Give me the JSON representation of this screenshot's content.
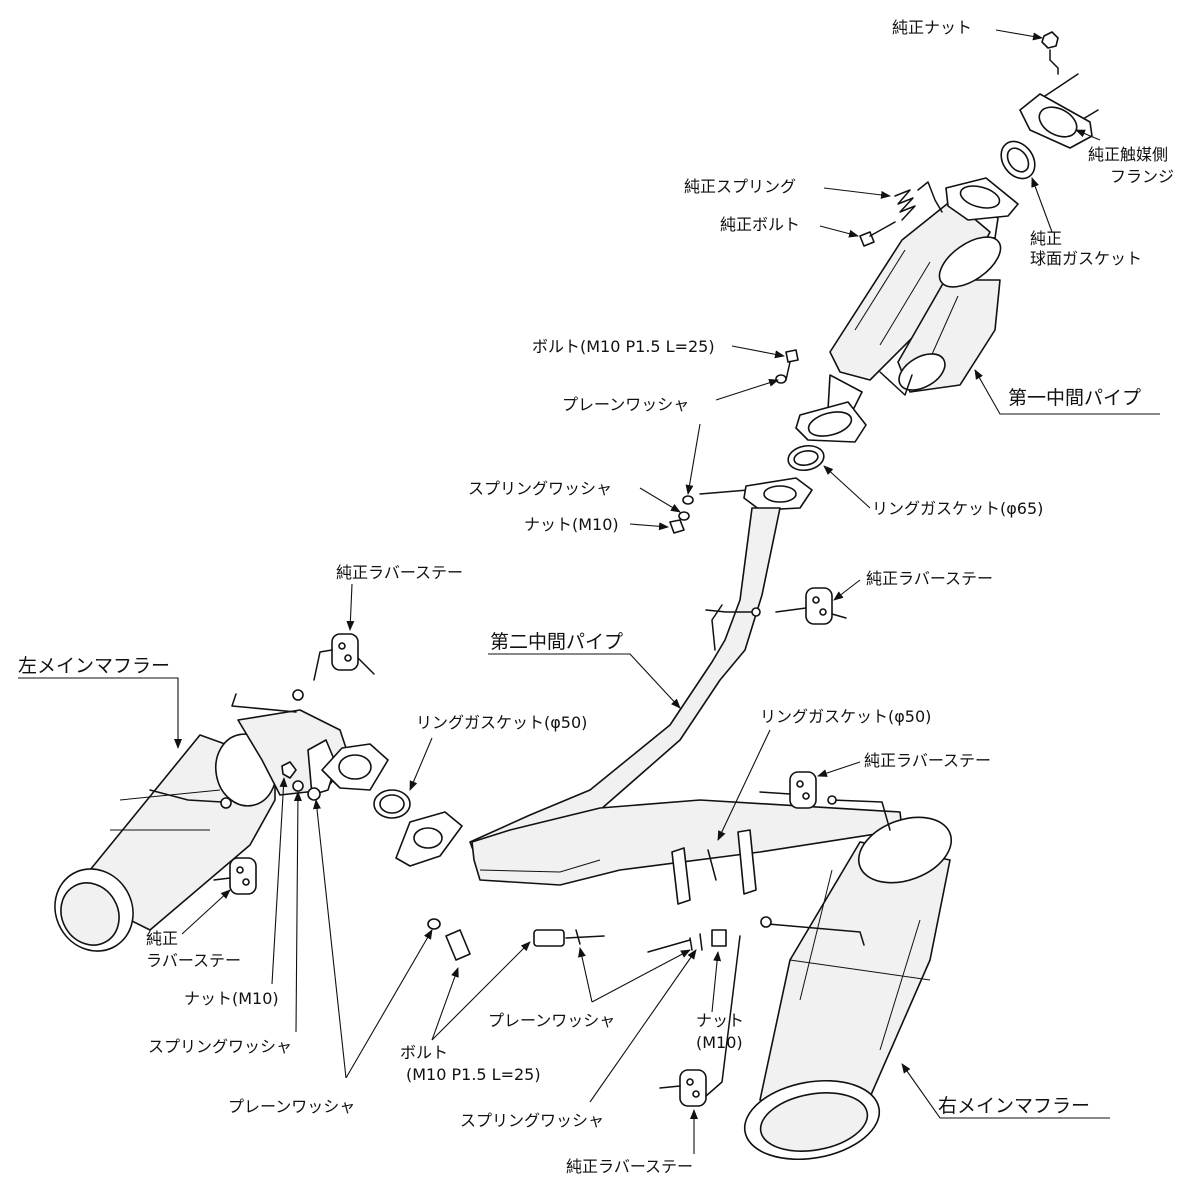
{
  "colors": {
    "line": "#111111",
    "background": "#ffffff",
    "shade": "#f1f1f1"
  },
  "labels": {
    "oem_nut_top": "純正ナット",
    "oem_cat_flange_l1": "純正触媒側",
    "oem_cat_flange_l2": "フランジ",
    "oem_spring": "純正スプリング",
    "oem_bolt": "純正ボルト",
    "oem_sphere_gasket_l1": "純正",
    "oem_sphere_gasket_l2": "球面ガスケット",
    "bolt_upper": "ボルト(M10 P1.5 L=25)",
    "plain_washer_upper": "プレーンワッシャ",
    "spring_washer_upper": "スプリングワッシャ",
    "nut_upper": "ナット(M10)",
    "ring_gasket_65": "リングガスケット(φ65)",
    "first_mid_pipe": "第一中間パイプ",
    "oem_rubber_stay_mid": "純正ラバーステー",
    "oem_rubber_stay_left_top": "純正ラバーステー",
    "second_mid_pipe": "第二中間パイプ",
    "left_main_muffler": "左メインマフラー",
    "ring_gasket_50_left": "リングガスケット(φ50)",
    "ring_gasket_50_right": "リングガスケット(φ50)",
    "oem_rubber_stay_right_top": "純正ラバーステー",
    "oem_rubber_stay_left_low_l1": "純正",
    "oem_rubber_stay_left_low_l2": "ラバーステー",
    "nut_left": "ナット(M10)",
    "spring_washer_left": "スプリングワッシャ",
    "plain_washer_left": "プレーンワッシャ",
    "bolt_lower_l1": "ボルト",
    "bolt_lower_l2": "(M10 P1.5 L=25)",
    "plain_washer_lower": "プレーンワッシャ",
    "nut_right_l1": "ナット",
    "nut_right_l2": "(M10)",
    "spring_washer_lower": "スプリングワッシャ",
    "right_main_muffler": "右メインマフラー",
    "oem_rubber_stay_bottom": "純正ラバーステー"
  }
}
